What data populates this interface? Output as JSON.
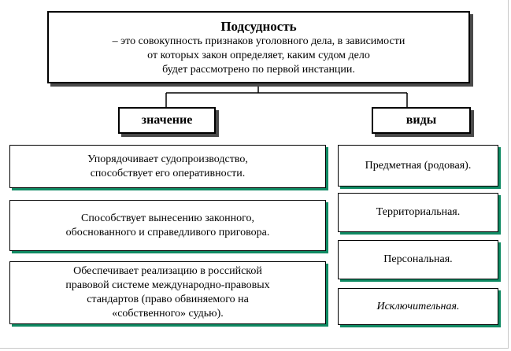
{
  "definition": {
    "title": "Подсудность",
    "lines": [
      "– это совокупность признаков уголовного дела, в зависимости",
      "от которых закон определяет, каким судом дело",
      "будет  рассмотрено по первой инстанции."
    ]
  },
  "left": {
    "header": "значение",
    "items": [
      [
        "Упорядочивает судопроизводство,",
        "способствует его оперативности."
      ],
      [
        "Способствует вынесению законного,",
        "обоснованного и справедливого приговора."
      ],
      [
        "Обеспечивает реализацию  в российской",
        "правовой системе международно-правовых",
        "стандартов (право обвиняемого на",
        "«собственного» судью)."
      ]
    ]
  },
  "right": {
    "header": "виды",
    "items": [
      "Предметная (родовая).",
      "Территориальная.",
      "Персональная.",
      "Исключительная."
    ]
  },
  "colors": {
    "line": "#000000",
    "shadow_dark": "#4a4a4a",
    "shadow_green": "#0f8a63"
  }
}
